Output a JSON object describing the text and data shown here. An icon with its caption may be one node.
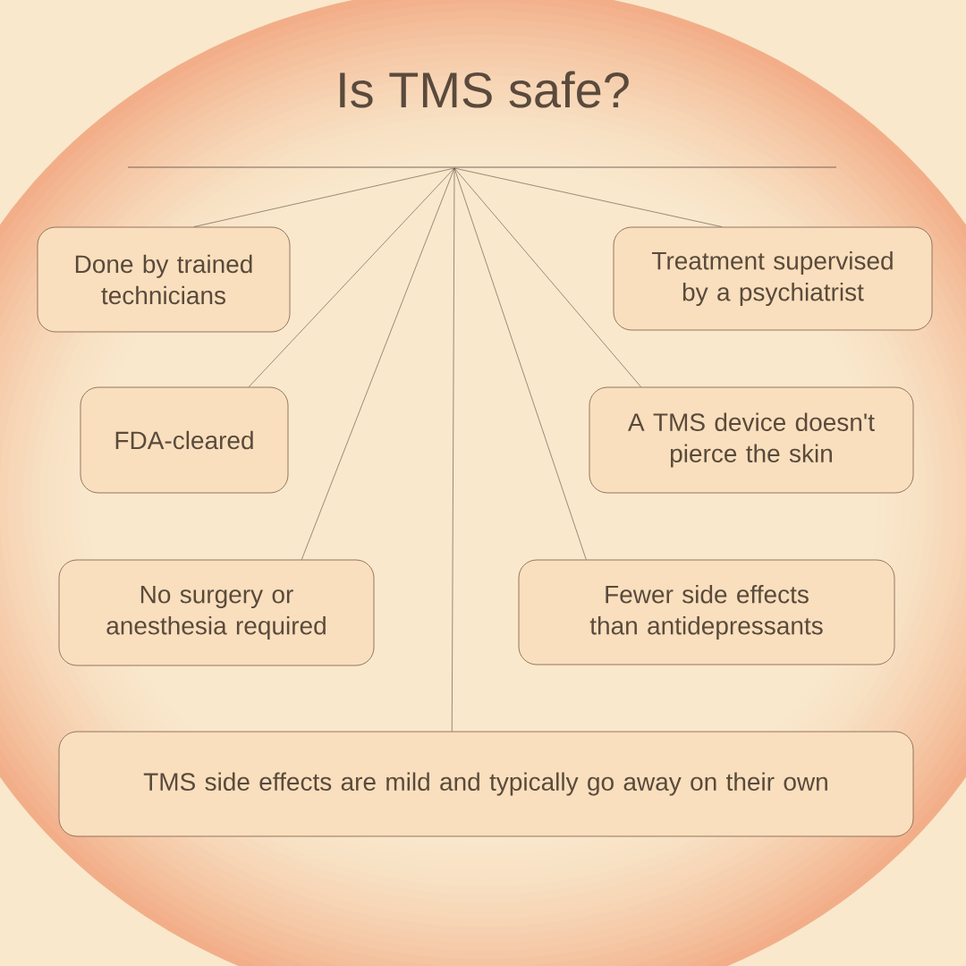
{
  "diagram": {
    "title": "Is TMS safe?",
    "nodes": [
      {
        "text": [
          "Done by trained technicians"
        ]
      },
      {
        "text": [
          "Treatment supervised by a psychiatrist"
        ]
      },
      {
        "text": [
          "FDA-cleared"
        ]
      },
      {
        "text": [
          "A TMS device doesn't pierce the skin"
        ]
      },
      {
        "text": [
          "No surgery or anesthesia required"
        ]
      },
      {
        "text": [
          "Fewer side effects than antidepressants"
        ]
      },
      {
        "text": [
          "TMS side effects are mild and typically go away on their own"
        ]
      }
    ],
    "edges": [
      {
        "from": null,
        "to": 0,
        "arrow": "none"
      },
      {
        "from": null,
        "to": 1,
        "arrow": "none"
      },
      {
        "from": null,
        "to": 2,
        "arrow": "none"
      },
      {
        "from": null,
        "to": 3,
        "arrow": "none"
      },
      {
        "from": null,
        "to": 4,
        "arrow": "none"
      },
      {
        "from": null,
        "to": 5,
        "arrow": "none"
      },
      {
        "from": null,
        "to": 6,
        "arrow": "none"
      }
    ]
  }
}
